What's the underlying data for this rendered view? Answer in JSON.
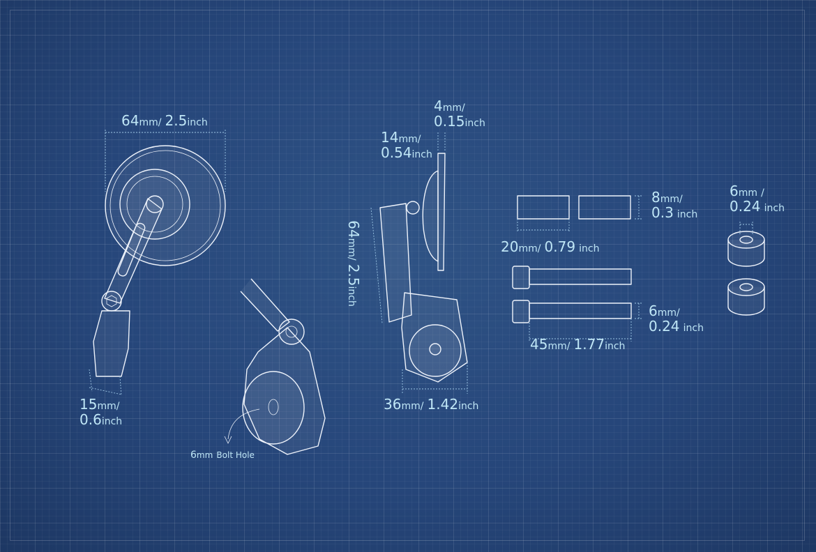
{
  "labels": {
    "mirror_width": {
      "value": "64",
      "unit": "mm",
      "sep": "/",
      "alt_value": "2.5",
      "alt_unit": "inch"
    },
    "arm_width": {
      "value": "15",
      "unit": "mm",
      "sep": "/",
      "alt_value": "0.6",
      "alt_unit": "inch"
    },
    "bolt_hole": {
      "value": "6",
      "unit": "mm",
      "rest": "Bolt Hole"
    },
    "mirror_thickness": {
      "value": "4",
      "unit": "mm",
      "sep": "/",
      "alt_value": "0.15",
      "alt_unit": "inch"
    },
    "mount_depth": {
      "value": "14",
      "unit": "mm",
      "sep": "/",
      "alt_value": "0.54",
      "alt_unit": "inch"
    },
    "arm_length": {
      "value": "64",
      "unit": "mm",
      "sep": "/",
      "alt_value": "2.5",
      "alt_unit": "inch"
    },
    "clamp_width": {
      "value": "36",
      "unit": "mm",
      "sep": "/",
      "alt_value": "1.42",
      "alt_unit": "inch"
    },
    "set_screw_dia": {
      "value": "8",
      "unit": "mm",
      "sep": "/",
      "alt_value": "0.3",
      "alt_unit": "inch"
    },
    "set_screw_len": {
      "value": "20",
      "unit": "mm",
      "sep": "/",
      "alt_value": "0.79",
      "alt_unit": "inch"
    },
    "bolt_dia": {
      "value": "6",
      "unit": "mm",
      "sep": "/",
      "alt_value": "0.24",
      "alt_unit": "inch"
    },
    "bolt_len": {
      "value": "45",
      "unit": "mm",
      "sep": "/",
      "alt_value": "1.77",
      "alt_unit": "inch"
    },
    "spacer_dia": {
      "value": "6",
      "unit": "mm",
      "sep": "/",
      "alt_value": "0.24",
      "alt_unit": "inch"
    }
  },
  "colors": {
    "background": "#26467a",
    "line": "#eef3fb",
    "label": "#bfe6f6",
    "dimension": "#9cc6e4"
  }
}
